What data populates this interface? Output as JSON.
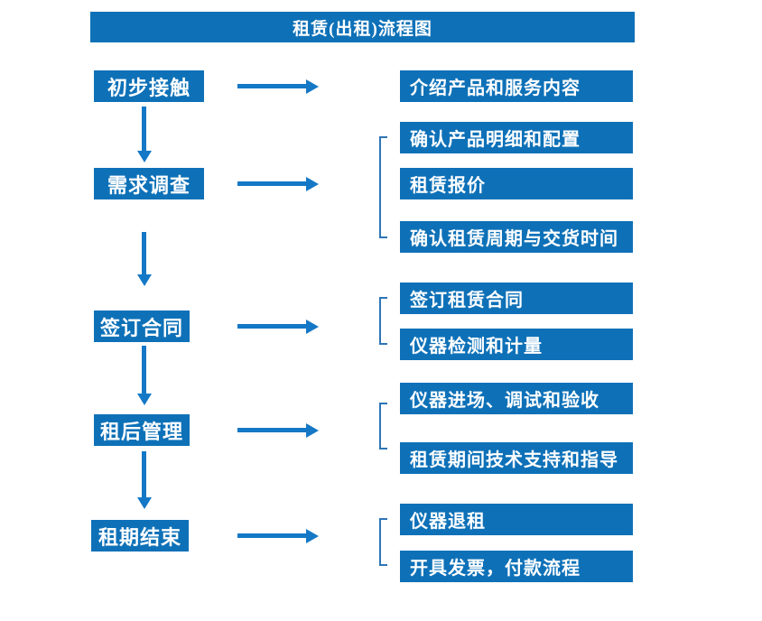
{
  "title": "租赁(出租)流程图",
  "colors": {
    "box": "#0E71B8",
    "arrow": "#1478C6",
    "bracket": "#2E75B6",
    "text": "#FFFFFF"
  },
  "stages": [
    {
      "label": "初步接触",
      "details": [
        "介绍产品和服务内容"
      ]
    },
    {
      "label": "需求调查",
      "details": [
        "确认产品明细和配置",
        "租赁报价",
        "确认租赁周期与交货时间"
      ]
    },
    {
      "label": "签订合同",
      "details": [
        "签订租赁合同",
        "仪器检测和计量"
      ]
    },
    {
      "label": "租后管理",
      "details": [
        "仪器进场、调试和验收",
        "租赁期间技术支持和指导"
      ]
    },
    {
      "label": "租期结束",
      "details": [
        "仪器退租",
        "开具发票，付款流程"
      ]
    }
  ]
}
